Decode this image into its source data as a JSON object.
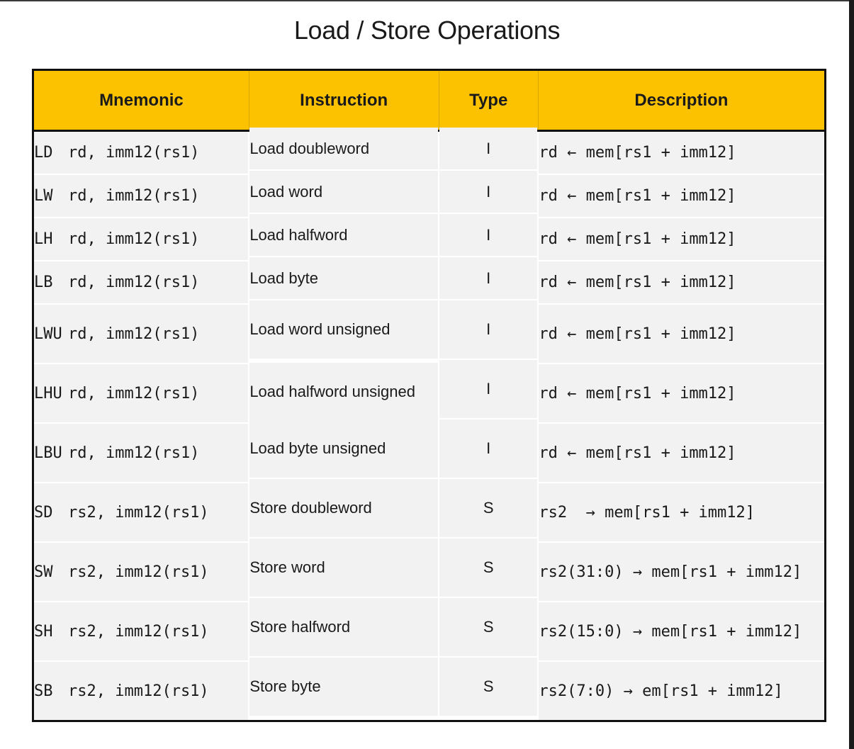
{
  "title": "Load / Store Operations",
  "table": {
    "headers": [
      "Mnemonic",
      "Instruction",
      "Type",
      "Description"
    ],
    "rows": [
      {
        "op": "LD",
        "args": "rd, imm12(rs1)",
        "instruction": "Load doubleword",
        "type": "I",
        "description": "rd ← mem[rs1 + imm12]"
      },
      {
        "op": "LW",
        "args": "rd, imm12(rs1)",
        "instruction": "Load word",
        "type": "I",
        "description": "rd ← mem[rs1 + imm12]"
      },
      {
        "op": "LH",
        "args": "rd, imm12(rs1)",
        "instruction": "Load halfword",
        "type": "I",
        "description": "rd ← mem[rs1 + imm12]"
      },
      {
        "op": "LB",
        "args": "rd, imm12(rs1)",
        "instruction": "Load byte",
        "type": "I",
        "description": "rd ← mem[rs1 + imm12]"
      },
      {
        "op": "LWU",
        "args": "rd, imm12(rs1)",
        "instruction": "Load word unsigned",
        "type": "I",
        "description": "rd ← mem[rs1 + imm12]"
      },
      {
        "op": "LHU",
        "args": "rd, imm12(rs1)",
        "instruction": "Load halfword unsigned",
        "type": "I",
        "description": "rd ← mem[rs1 + imm12]"
      },
      {
        "op": "LBU",
        "args": "rd, imm12(rs1)",
        "instruction": "Load byte unsigned",
        "type": "I",
        "description": "rd ← mem[rs1 + imm12]"
      },
      {
        "op": "SD",
        "args": "rs2, imm12(rs1)",
        "instruction": "Store doubleword",
        "type": "S",
        "description": "rs2  → mem[rs1 + imm12]"
      },
      {
        "op": "SW",
        "args": "rs2, imm12(rs1)",
        "instruction": "Store word",
        "type": "S",
        "description": "rs2(31:0) → mem[rs1 + imm12]"
      },
      {
        "op": "SH",
        "args": "rs2, imm12(rs1)",
        "instruction": "Store halfword",
        "type": "S",
        "description": "rs2(15:0) → mem[rs1 + imm12]"
      },
      {
        "op": "SB",
        "args": "rs2, imm12(rs1)",
        "instruction": "Store byte",
        "type": "S",
        "description": "rs2(7:0) → em[rs1 + imm12]"
      }
    ]
  },
  "colors": {
    "header_bg": "#fcc200",
    "row_bg": "#f2f2f2",
    "border": "#111111"
  }
}
